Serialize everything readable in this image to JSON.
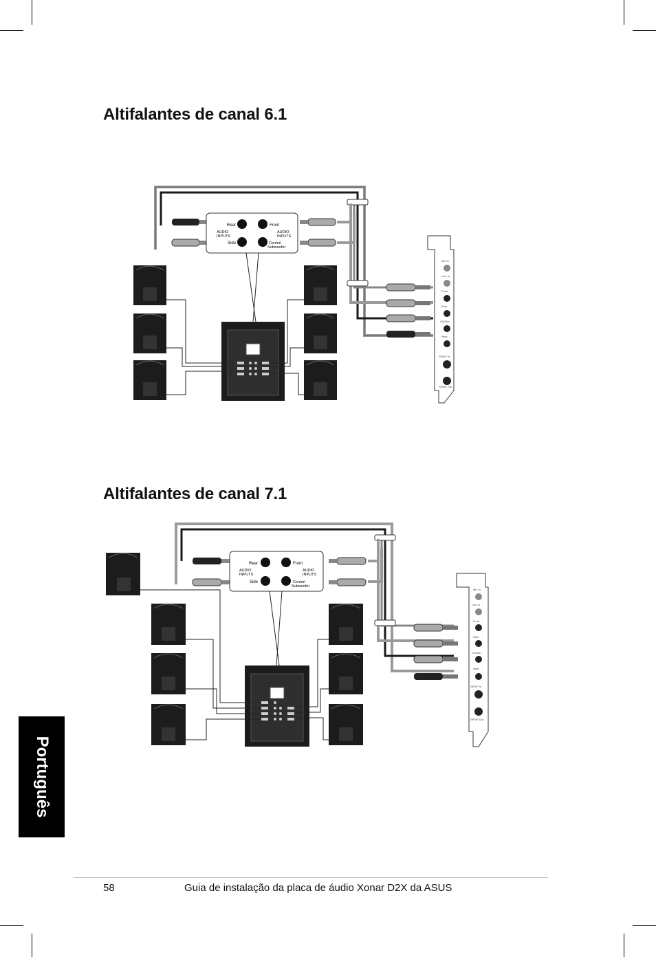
{
  "section_61": {
    "title": "Altifalantes de canal 6.1",
    "box": {
      "rear": "Rear",
      "side": "Side",
      "front": "Front",
      "audio_inputs_left": [
        "AUDIO",
        "INPUTS"
      ],
      "audio_inputs_right": [
        "AUDIO",
        "INPUTS"
      ],
      "center_sub": [
        "Center/",
        "Subwoofer"
      ]
    },
    "card_labels": [
      "Mic In",
      "Line In",
      "Front",
      "Side",
      "Ctr/Sub",
      "Rear",
      "SPDIF In",
      "SPDIF Out"
    ]
  },
  "section_71": {
    "title": "Altifalantes de canal 7.1",
    "box": {
      "rear": "Rear",
      "side": "Side",
      "front": "Front",
      "audio_inputs_left": [
        "AUDIO",
        "INPUTS"
      ],
      "audio_inputs_right": [
        "AUDIO",
        "INPUTS"
      ],
      "center_sub": [
        "Center/",
        "Subwoofer"
      ]
    },
    "card_labels": [
      "Mic In",
      "Line In",
      "Front",
      "Side",
      "Ctr/Sub",
      "Rear",
      "SPDIF In",
      "SPDIF Out"
    ]
  },
  "side_tab": "Português",
  "footer": {
    "page_number": "58",
    "text": "Guia de instalação da placa de áudio Xonar D2X da ASUS"
  },
  "colors": {
    "cable_gray": "#9a9a9a",
    "cable_dark": "#1a1a1a",
    "speaker_black": "#1c1c1c",
    "tab_black": "#000000"
  }
}
